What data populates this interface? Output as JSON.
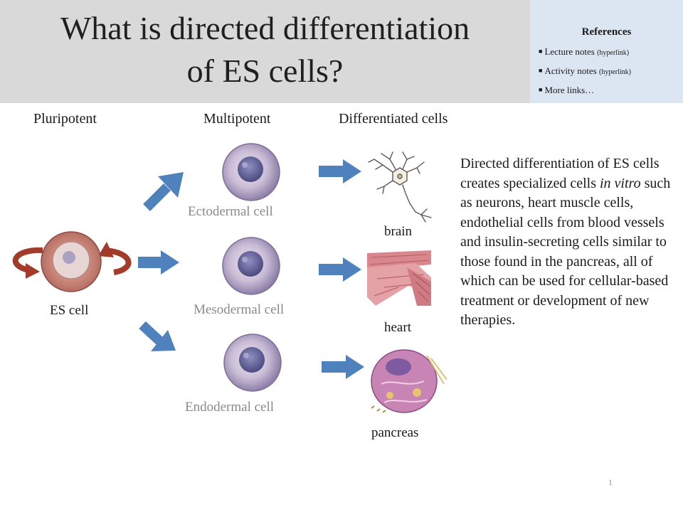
{
  "slide": {
    "title_line1": "What is directed differentiation",
    "title_line2": "of ES cells?",
    "page_number": "1"
  },
  "references": {
    "heading": "References",
    "items": [
      {
        "text": "Lecture notes ",
        "note": "(hyperlink)"
      },
      {
        "text": "Activity notes ",
        "note": "(hyperlink)"
      },
      {
        "text": "More links…",
        "note": ""
      }
    ]
  },
  "columns": {
    "pluripotent": "Pluripotent",
    "multipotent": "Multipotent",
    "differentiated": "Differentiated cells"
  },
  "cells": {
    "es": "ES cell",
    "ectodermal": "Ectodermal cell",
    "mesodermal": "Mesodermal cell",
    "endodermal": "Endodermal cell"
  },
  "organs": {
    "brain": "brain",
    "heart": "heart",
    "pancreas": "pancreas"
  },
  "description": {
    "before_italic": "Directed differentiation of ES cells creates specialized cells ",
    "italic": "in vitro",
    "after_italic": " such as neurons, heart muscle cells, endothelial cells from blood vessels and insulin-secreting cells similar to those found in the pancreas, all of which can be used for cellular-based treatment or development of new therapies."
  },
  "colors": {
    "arrow_blue": "#4f81bd",
    "cycle_red": "#a23b2a",
    "title_band": "#d9d9d9",
    "references_band": "#dce6f2"
  }
}
